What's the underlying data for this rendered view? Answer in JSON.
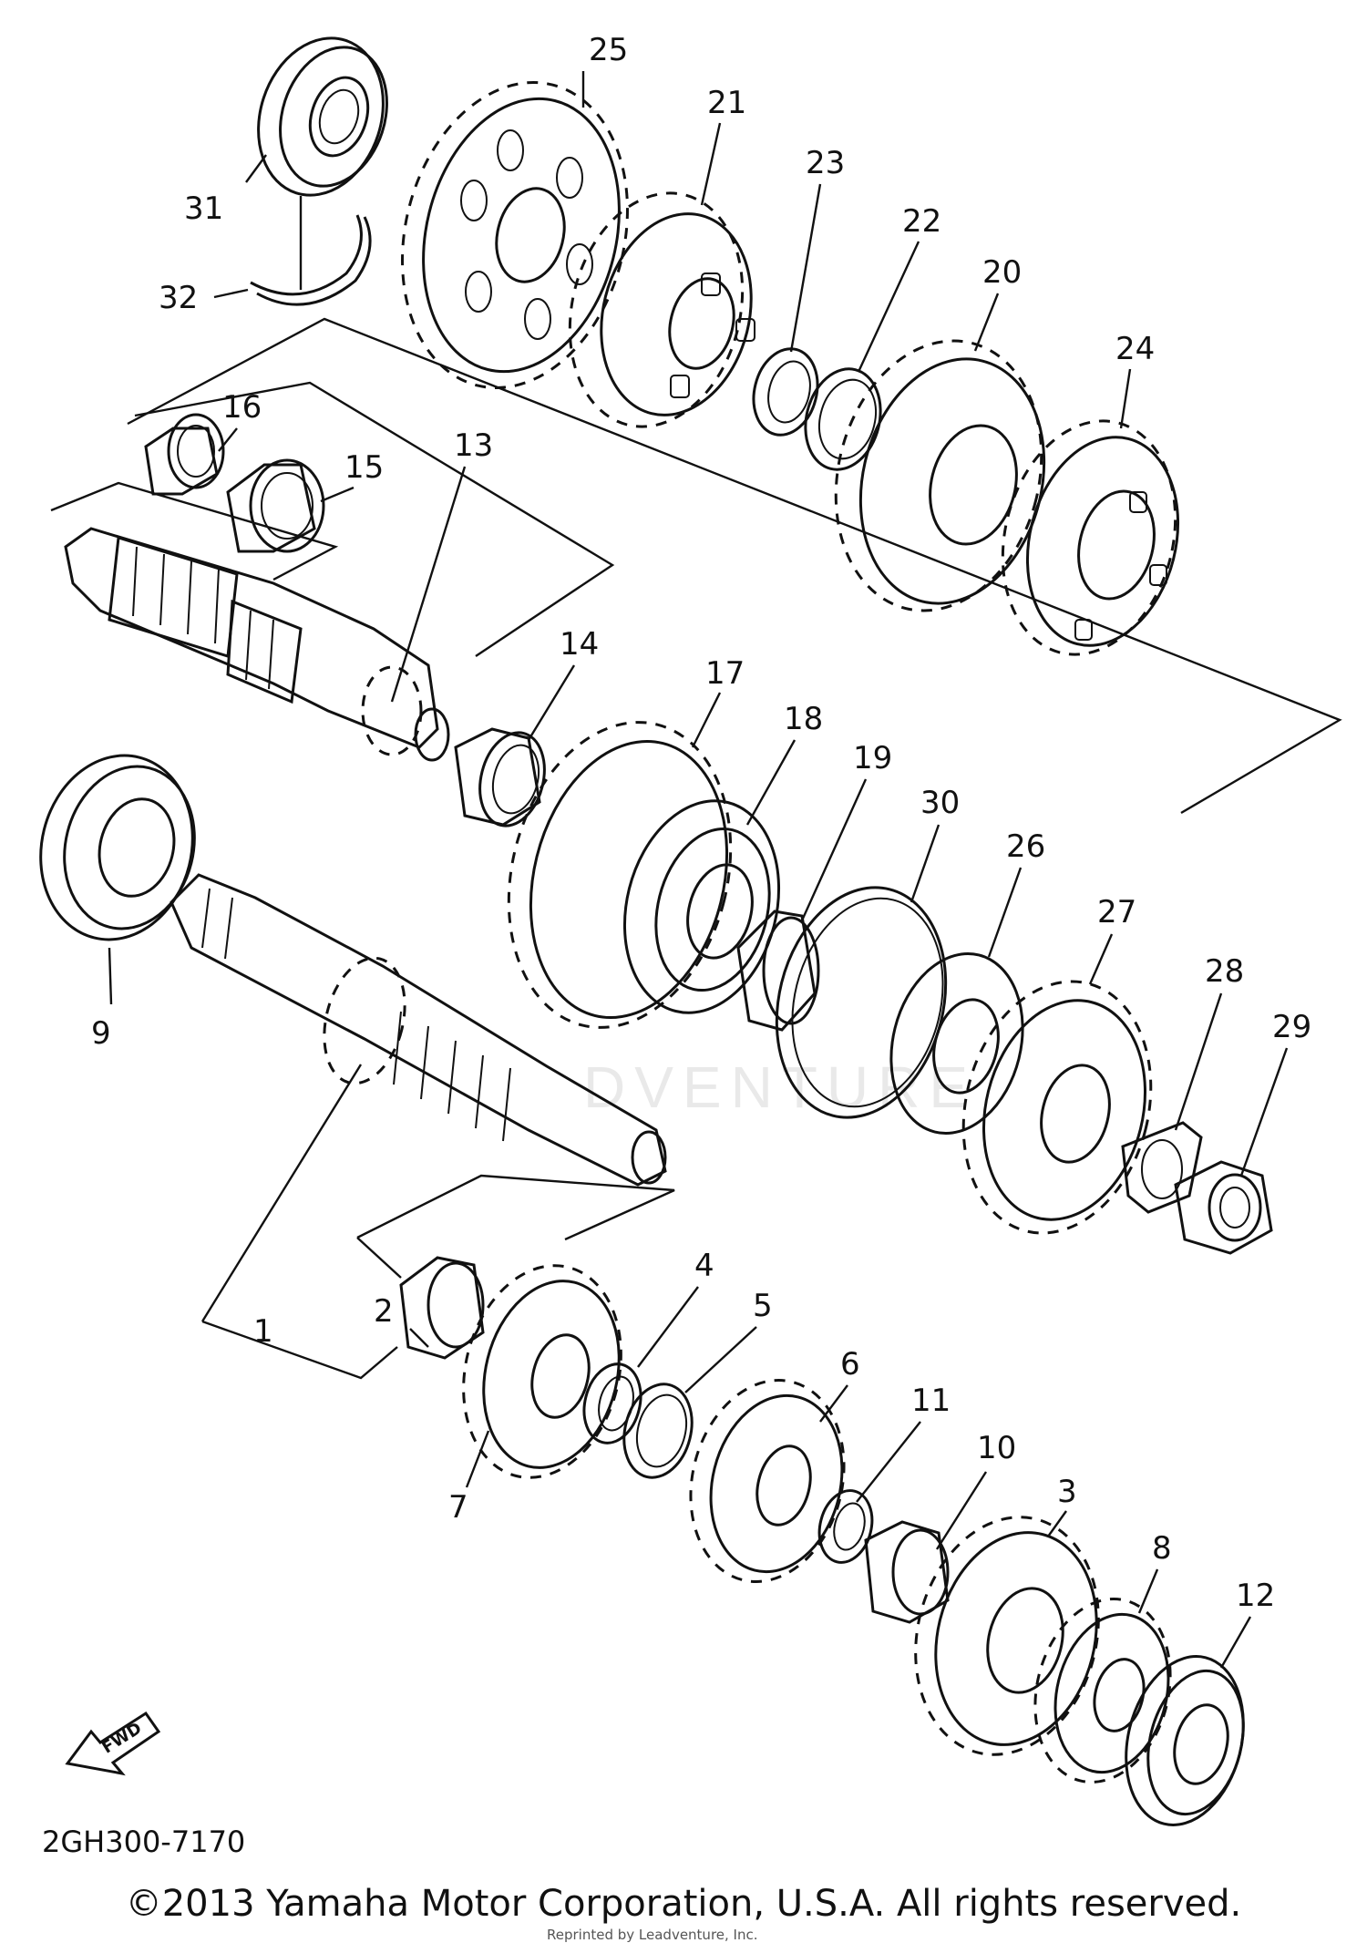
{
  "diagram": {
    "callouts": [
      "1",
      "2",
      "3",
      "4",
      "5",
      "6",
      "7",
      "8",
      "9",
      "10",
      "11",
      "12",
      "13",
      "14",
      "15",
      "16",
      "17",
      "18",
      "19",
      "20",
      "21",
      "22",
      "23",
      "24",
      "25",
      "26",
      "27",
      "28",
      "29",
      "30",
      "31",
      "32"
    ],
    "fwd_label": "FWD",
    "watermark": "DVENTURE",
    "part_code": "2GH300-7170",
    "copyright": "©2013 Yamaha Motor Corporation, U.S.A. All rights reserved.",
    "reprint_note": "Reprinted by Leadventure, Inc."
  }
}
